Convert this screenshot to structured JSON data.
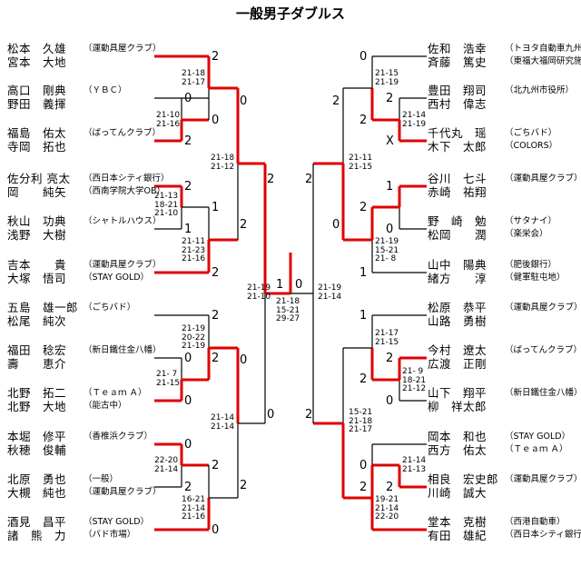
{
  "title": "一般男子ダブルス",
  "colors": {
    "win": "#e00000",
    "line": "#000000"
  },
  "left_pairs": [
    {
      "p1": "松本　久雄",
      "p2": "宮本　大地",
      "club": "（運動具屋クラブ）"
    },
    {
      "p1": "高口　剛典",
      "p2": "野田　義揮",
      "club": "（ＹＢＣ）"
    },
    {
      "p1": "福島　佑太",
      "p2": "寺岡　拓也",
      "club": "（ばってんクラブ）"
    },
    {
      "p1": "佐分利 亮太",
      "p2": "岡　　純矢",
      "club": "（西日本シティ銀行）",
      "club2": "（西南学院大学OB）"
    },
    {
      "p1": "秋山　功典",
      "p2": "浅野　大樹",
      "club": "（シャトルハウス）"
    },
    {
      "p1": "吉本　　貴",
      "p2": "大塚　悟司",
      "club": "（運動具屋クラブ）",
      "club2": "（STAY GOLD）"
    },
    {
      "p1": "五島　雄一郎",
      "p2": "松尾　純次",
      "club": "（ごちバド）"
    },
    {
      "p1": "福田　稔宏",
      "p2": "壽　　恵介",
      "club": "（新日鐵住金八幡）"
    },
    {
      "p1": "北野　拓二",
      "p2": "北野　大地",
      "club": "（Ｔｅａｍ Ａ）",
      "club2": "（能古中）"
    },
    {
      "p1": "本堀　修平",
      "p2": "秋穂　俊輔",
      "club": "（香椎浜クラブ）"
    },
    {
      "p1": "北原　勇也",
      "p2": "大槻　純也",
      "club": "（一般）",
      "club2": "（運動具屋クラブ）"
    },
    {
      "p1": "酒見　昌平",
      "p2": "諸　熊　力",
      "club": "（STAY GOLD）",
      "club2": "（バド市場）"
    }
  ],
  "right_pairs": [
    {
      "p1": "佐和　浩幸",
      "p2": "斉藤　篤史",
      "club": "（トヨタ自動車九州）",
      "club2": "（東福大福岡研究施設）"
    },
    {
      "p1": "豊田　翔司",
      "p2": "西村　偉志",
      "club": "（北九州市役所）"
    },
    {
      "p1": "千代丸　瑶",
      "p2": "木下　太郎",
      "club": "（ごちバド）",
      "club2": "（COLORS）"
    },
    {
      "p1": "谷川　七斗",
      "p2": "赤崎　祐翔",
      "club": "（運動具屋クラブ）"
    },
    {
      "p1": "野　崎　勉",
      "p2": "松岡　　潤",
      "club": "（サタナイ）",
      "club2": "（楽栄会）"
    },
    {
      "p1": "山中　陽典",
      "p2": "緒方　　淳",
      "club": "（肥後銀行）",
      "club2": "（健軍駐屯地）"
    },
    {
      "p1": "松原　恭平",
      "p2": "山路　勇樹",
      "club": "（運動具屋クラブ）"
    },
    {
      "p1": "今村　遼太",
      "p2": "広渡　正剛",
      "club": "（ばってんクラブ）"
    },
    {
      "p1": "山下　翔平",
      "p2": "柳　祥太郎",
      "club": "（新日鐵住金八幡）"
    },
    {
      "p1": "岡本　和也",
      "p2": "西方　佑太",
      "club": "（STAY GOLD）",
      "club2": "（Ｔｅａｍ Ａ）"
    },
    {
      "p1": "相良　宏史郎",
      "p2": "川崎　誠大",
      "club": "（運動具屋クラブ）"
    },
    {
      "p1": "堂本　克樹",
      "p2": "有田　雄紀",
      "club": "（西港自動車）",
      "club2": "（西日本シティ銀行）"
    }
  ],
  "scores": [
    "21-18\n21-17",
    "21-10\n21-16",
    "21-13\n18-21\n21-10",
    "21-11\n21-23\n21-16",
    "21-18\n21-12",
    "21-19\n21-10",
    "21-19\n20-22\n21-19",
    "21- 7\n21-15",
    "22-20\n21-14",
    "16-21\n21-14\n21-16",
    "21-14\n21-14",
    "21-18\n15-21\n29-27",
    "21-15\n21-19",
    "21-14\n21-19",
    "21-11\n21-15",
    "21-19\n15-21\n21- 8",
    "21-19\n21-14",
    "21-17\n21-15",
    "21- 9\n18-21\n21-12",
    "15-21\n21-18\n21-17",
    "21-14\n21-13",
    "19-21\n21-14\n22-20"
  ],
  "results": [
    "2",
    "0",
    "0",
    "2",
    "2",
    "1",
    "1",
    "2",
    "0",
    "2",
    "2",
    "0",
    "1",
    "0",
    "2",
    "0",
    "2",
    "0",
    "0",
    "2",
    "2",
    "0",
    "0",
    "2",
    "0",
    "2",
    "2",
    "X",
    "1",
    "0",
    "2",
    "1",
    "2",
    "0",
    "2",
    "2",
    "1",
    "2",
    "2",
    "0",
    "0",
    "2",
    "2"
  ]
}
